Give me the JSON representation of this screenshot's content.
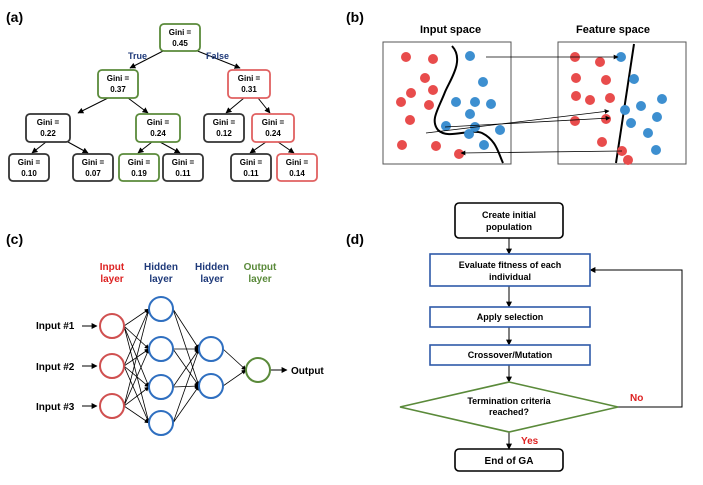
{
  "panel_labels": {
    "a": "(a)",
    "b": "(b)",
    "c": "(c)",
    "d": "(d)"
  },
  "colors": {
    "green": "#5a8a3a",
    "red": "#e06060",
    "dark": "#333333",
    "navy": "#1f3a7a",
    "point_red": "#e84c4c",
    "point_blue": "#3d8fd0",
    "neuron_red": "#d05050",
    "neuron_blue": "#2f6fc0",
    "neuron_green": "#5a8a3a",
    "flow_box_border": "#2f5aa8",
    "label_red": "#dd2222"
  },
  "tree": {
    "branch_true": "True",
    "branch_false": "False",
    "gini_label": "Gini =",
    "nodes": [
      {
        "id": "root",
        "value": "0.45",
        "style": "green"
      },
      {
        "id": "l1",
        "value": "0.37",
        "style": "green"
      },
      {
        "id": "r1",
        "value": "0.31",
        "style": "red"
      },
      {
        "id": "ll",
        "value": "0.22",
        "style": "dark"
      },
      {
        "id": "lr",
        "value": "0.24",
        "style": "green"
      },
      {
        "id": "rl",
        "value": "0.12",
        "style": "dark"
      },
      {
        "id": "rr",
        "value": "0.24",
        "style": "red"
      },
      {
        "id": "lll",
        "value": "0.10",
        "style": "dark"
      },
      {
        "id": "llr",
        "value": "0.07",
        "style": "dark"
      },
      {
        "id": "lrl",
        "value": "0.19",
        "style": "green"
      },
      {
        "id": "lrr",
        "value": "0.11",
        "style": "dark"
      },
      {
        "id": "rrl",
        "value": "0.11",
        "style": "dark"
      },
      {
        "id": "rrr",
        "value": "0.14",
        "style": "red"
      }
    ]
  },
  "svm": {
    "input_title": "Input space",
    "feature_title": "Feature space"
  },
  "nn": {
    "input_layer": "Input layer",
    "hidden_layer_1": "Hidden layer",
    "hidden_layer_2": "Hidden layer",
    "output_layer": "Output layer",
    "inputs": [
      "Input #1",
      "Input #2",
      "Input #3"
    ],
    "output": "Output"
  },
  "ga": {
    "create": "Create initial population",
    "evaluate": "Evaluate fitness of each individual",
    "selection": "Apply selection",
    "crossover": "Crossover/Mutation",
    "termination": "Termination criteria reached?",
    "no": "No",
    "yes": "Yes",
    "end": "End of GA"
  }
}
